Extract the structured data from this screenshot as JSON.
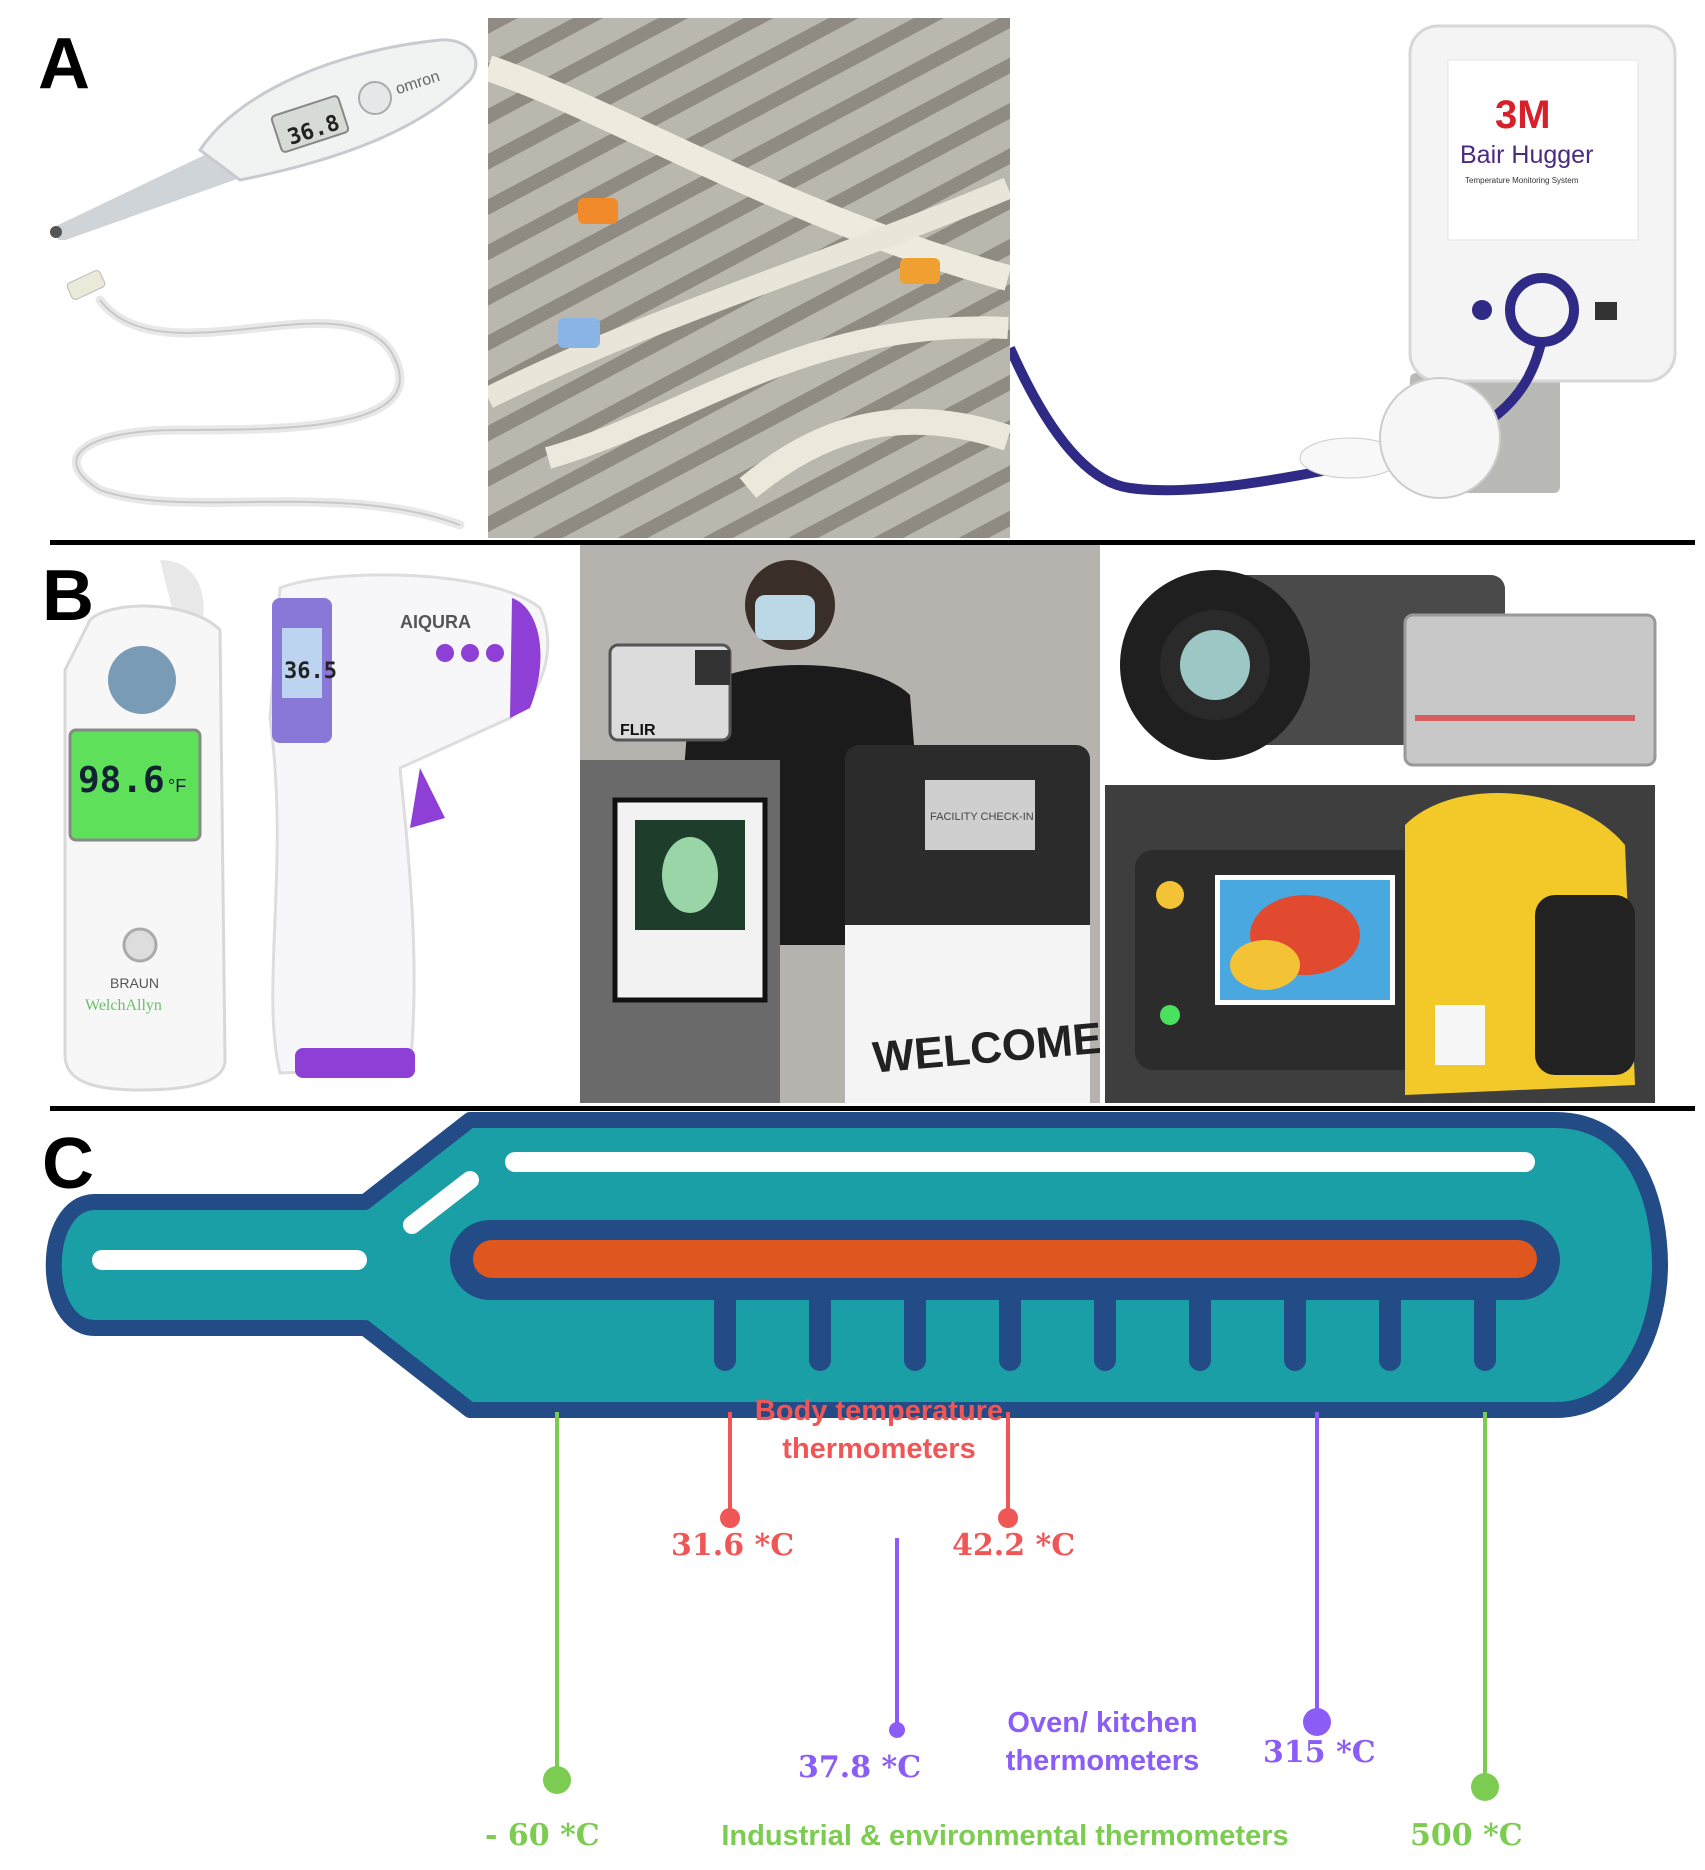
{
  "panels": {
    "a": "A",
    "b": "B",
    "c": "C"
  },
  "photo_text": {
    "omron_display": "36.8",
    "omron_brand": "omron",
    "bair_brand": "3M",
    "bair_name": "Bair Hugger",
    "bair_sub": "Temperature Monitoring System",
    "braun_display": "98.6",
    "braun_unit": "°F",
    "braun_brand": "BRAUN",
    "welch_brand": "WelchAllyn",
    "aiqura_brand": "AIQURA",
    "aiqura_display": "36.5",
    "flir_brand": "FLIR",
    "kiosk_sign": "FACILITY CHECK-IN",
    "welcome_sign": "WELCOME"
  },
  "scale": {
    "colors": {
      "body": "#f05656",
      "kitchen": "#8b5cf6",
      "industrial": "#7ccc52",
      "tube_outline": "#234b86",
      "tube_fill": "#1b9fa6",
      "mercury": "#e0561f"
    },
    "body": {
      "label": "Body temperature thermometers",
      "min": "31.6 *C",
      "max": "42.2 *C"
    },
    "kitchen": {
      "label": "Oven/ kitchen thermometers",
      "min": "37.8 *C",
      "max": "315 *C"
    },
    "industrial": {
      "label": "Industrial & environmental thermometers",
      "min": "- 60 *C",
      "max": "500 *C"
    }
  }
}
